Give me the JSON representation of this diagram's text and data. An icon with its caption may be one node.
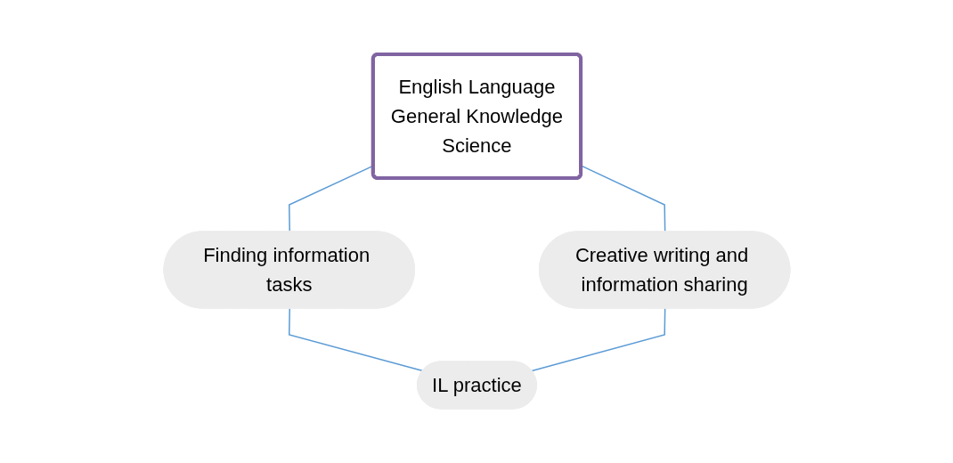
{
  "diagram": {
    "nodes": [
      {
        "text": [
          "English Language",
          "General Knowledge",
          "Science"
        ]
      },
      {
        "text": [
          "Finding information tasks"
        ]
      },
      {
        "text": [
          "Creative writing and information sharing"
        ]
      },
      {
        "text": [
          "IL practice"
        ]
      }
    ],
    "edges": [
      {
        "from": 0,
        "to": 1,
        "arrow": "none"
      },
      {
        "from": 0,
        "to": 2,
        "arrow": "none"
      },
      {
        "from": 1,
        "to": 3,
        "arrow": "none"
      },
      {
        "from": 2,
        "to": 3,
        "arrow": "none"
      }
    ]
  }
}
